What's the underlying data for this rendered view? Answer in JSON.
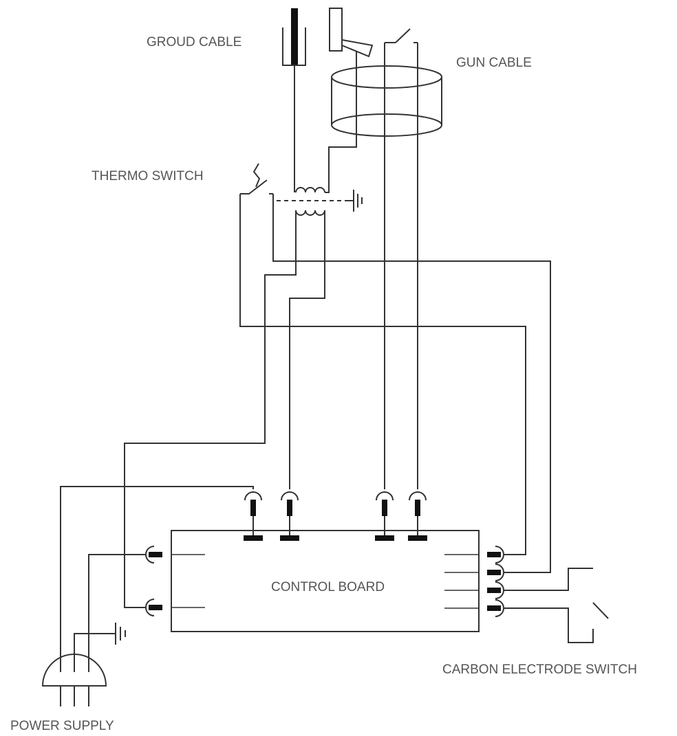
{
  "labels": {
    "ground_cable": "GROUD CABLE",
    "gun_cable": "GUN CABLE",
    "thermo_switch": "THERMO SWITCH",
    "control_board": "CONTROL BOARD",
    "carbon_electrode_switch": "CARBON ELECTRODE SWITCH",
    "power_supply": "POWER SUPPLY"
  }
}
